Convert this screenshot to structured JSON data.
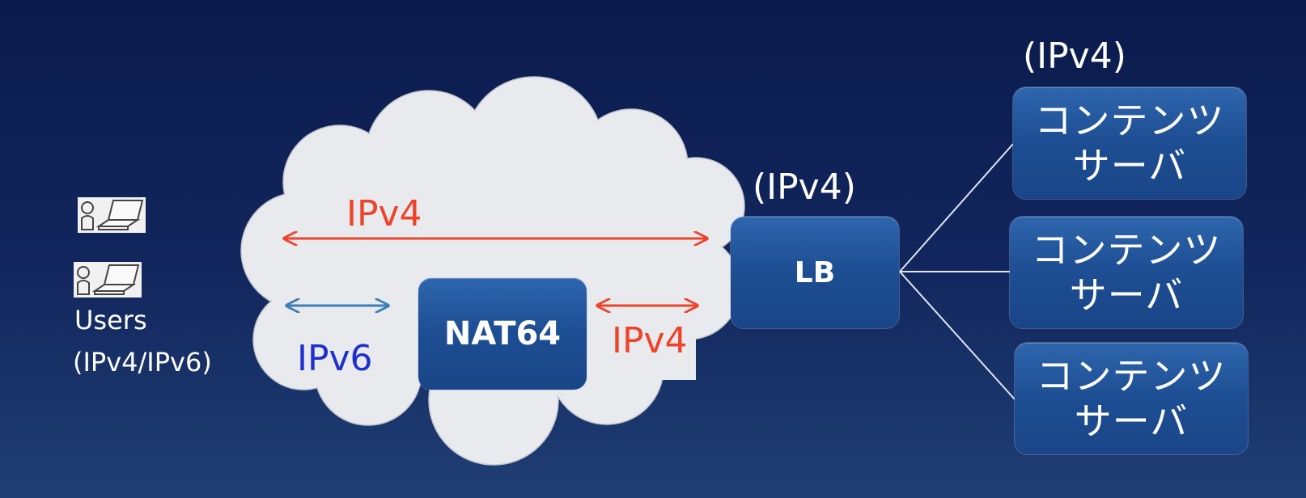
{
  "labels": {
    "ipv4_top": "IPv4",
    "ipv6": "IPv6",
    "ipv4_right": "IPv4",
    "lb_side": "(IPv4)",
    "servers_side": "(IPv4)",
    "users": "Users",
    "users_proto": "(IPv4/IPv6)"
  },
  "nodes": {
    "nat": "NAT64",
    "lb": "LB",
    "servers": [
      {
        "line1": "コンテンツ",
        "line2": "サーバ"
      },
      {
        "line1": "コンテンツ",
        "line2": "サーバ"
      },
      {
        "line1": "コンテンツ",
        "line2": "サーバ"
      }
    ]
  },
  "colors": {
    "ipv4": "#ee4229",
    "ipv6_arrow": "#3b7fb5",
    "ipv6_text": "#1e2fd0",
    "cloud": "#e9eaee",
    "node": "#1d4d92"
  },
  "icons": [
    "person-icon",
    "laptop-icon"
  ]
}
